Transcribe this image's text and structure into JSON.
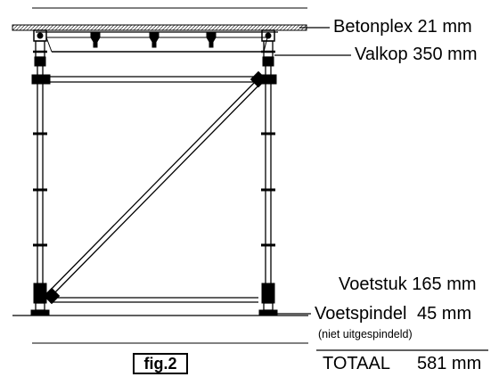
{
  "figure_label": "fig.2",
  "components": {
    "formwork_plate": {
      "name": "Betonplex",
      "size": "21 mm"
    },
    "drop_head": {
      "name": "Valkop",
      "size": "350 mm"
    },
    "base": {
      "name": "Voetstuk",
      "size": "165 mm"
    },
    "foot_spindle": {
      "name": "Voetspindel",
      "size": "45 mm",
      "note": "(niet uitgespindeld)"
    }
  },
  "total": {
    "label": "TOTAAL",
    "value": "581 mm"
  }
}
